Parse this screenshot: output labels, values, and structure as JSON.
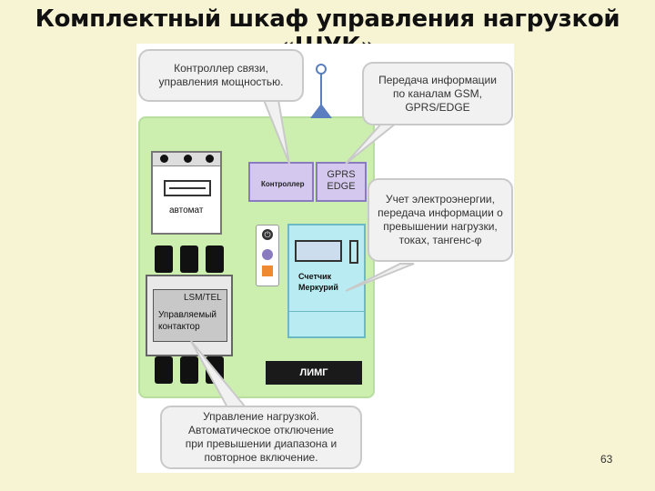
{
  "slide": {
    "title": "Комплектный шкаф управления нагрузкой «ШУК»",
    "page_number": "63"
  },
  "callouts": {
    "controller": "Контроллер связи,\nуправления мощностью.",
    "gsm": "Передача информации\nпо каналам GSM,\nGPRS/EDGE",
    "meter": "Учет электроэнергии,\nпередача информации о\nпревышении нагрузки,\nтоках, тангенс-φ",
    "load": "Управление нагрузкой.\nАвтоматическое отключение\nпри превышении диапазона и\nповторное включение."
  },
  "devices": {
    "automat_label": "автомат",
    "contactor_code": "LSM/TEL",
    "contactor_label": "Управляемый\nконтактор",
    "controller_label": "Контроллер",
    "gprs_label": "GPRS\nEDGE",
    "meter_label": "Счетчик\nМеркурий",
    "limg_label": "ЛИМГ"
  },
  "colors": {
    "cabinet": "#ccefb0",
    "controller": "#d4c8ee",
    "meter": "#b9ecf2",
    "antenna": "#5a7ec0"
  }
}
